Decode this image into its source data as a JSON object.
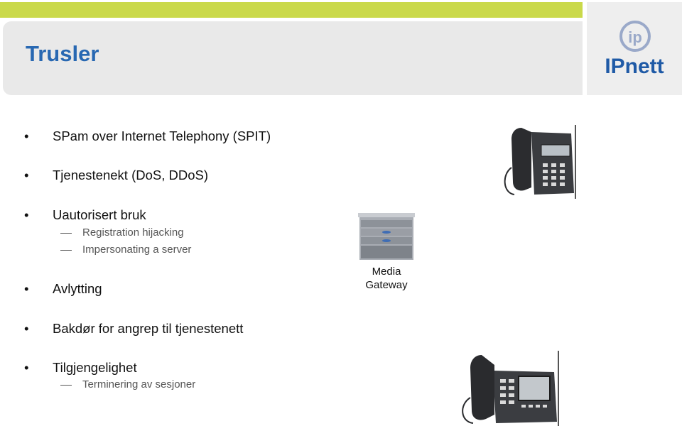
{
  "slide": {
    "title": "Trusler",
    "logo_text": "IPnett",
    "bullets": [
      {
        "text": "SPam over Internet Telephony (SPIT)"
      },
      {
        "text": "Tjenestenekt (DoS, DDoS)"
      },
      {
        "text": "Uautorisert bruk",
        "sub": [
          "Registration hijacking",
          "Impersonating a server"
        ]
      },
      {
        "text": "Avlytting"
      },
      {
        "text": "Bakdør for angrep til tjenestenett"
      },
      {
        "text": "Tilgjengelighet",
        "sub": [
          "Terminering av sesjoner"
        ]
      }
    ],
    "gateway_label_line1": "Media",
    "gateway_label_line2": "Gateway"
  },
  "colors": {
    "accent_bar": "#cad94a",
    "title": "#2868b2",
    "logo": "#1f5aa6"
  }
}
